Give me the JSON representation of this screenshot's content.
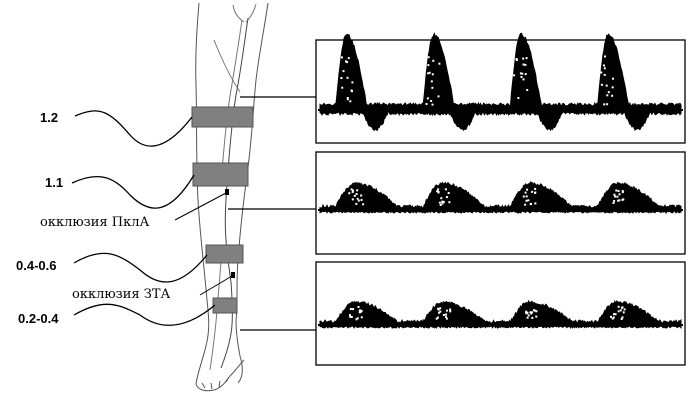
{
  "pressure_indices": [
    {
      "label": "1.2"
    },
    {
      "label": "1.1"
    },
    {
      "label": "0.4-0.6"
    },
    {
      "label": "0.2-0.4"
    }
  ],
  "occlusion_labels": [
    {
      "label": "окклюзия ПклА"
    },
    {
      "label": "окклюзия ЗТА"
    }
  ],
  "waveform_panels": [
    {
      "form": "triphasic",
      "peaks": 4,
      "amplitude": 1.0
    },
    {
      "form": "monophasic",
      "peaks": 4,
      "amplitude": 0.32
    },
    {
      "form": "monophasic",
      "peaks": 4,
      "amplitude": 0.26
    }
  ],
  "colors": {
    "cuff": "#808080",
    "ink": "#000000",
    "background": "#ffffff"
  }
}
